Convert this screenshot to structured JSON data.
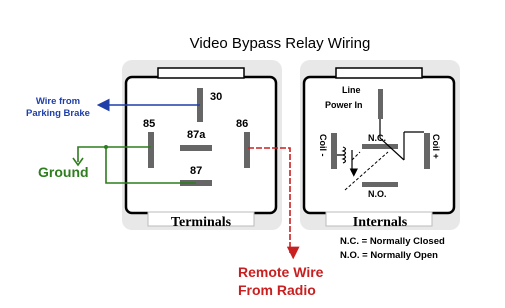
{
  "title": "Video Bypass Relay Wiring",
  "terminals": {
    "box_label": "Terminals",
    "pins": {
      "p30": "30",
      "p85": "85",
      "p87a": "87a",
      "p86": "86",
      "p87": "87"
    }
  },
  "internals": {
    "box_label": "Internals",
    "line_power_line1": "Line",
    "line_power_line2": "Power In",
    "nc_label": "N.C.",
    "no_label": "N.O.",
    "coil_left": "Coil -",
    "coil_right": "Coil +"
  },
  "wires": {
    "parking_brake_line1": "Wire from",
    "parking_brake_line2": "Parking Brake",
    "ground": "Ground",
    "remote_line1": "Remote Wire",
    "remote_line2": "From Radio"
  },
  "legend": {
    "nc": "N.C. = Normally Closed",
    "no": "N.O. = Normally Open"
  },
  "colors": {
    "blue_wire": "#1f3fa8",
    "green_wire": "#2e7d1e",
    "red_wire": "#c82020",
    "pin": "#666666",
    "box_border": "#000000"
  }
}
